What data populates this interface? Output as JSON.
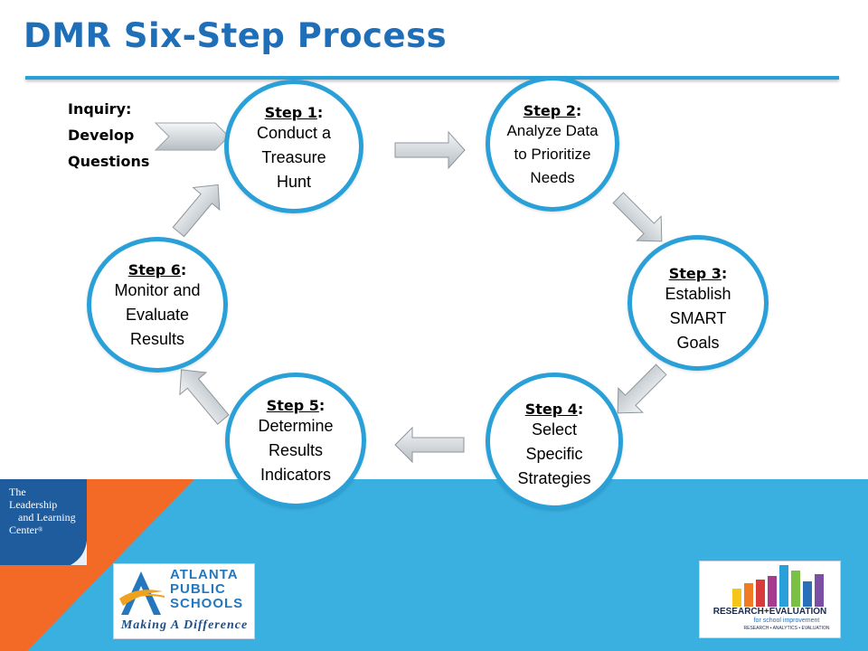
{
  "title": "DMR Six-Step Process",
  "inquiry": {
    "lines": [
      "Inquiry:",
      "Develop",
      "Questions"
    ]
  },
  "steps": [
    {
      "head": "Step 1",
      "lines": [
        "Conduct a",
        "Treasure",
        "Hunt"
      ]
    },
    {
      "head": "Step 2",
      "lines": [
        "Analyze Data",
        "to Prioritize",
        "Needs"
      ]
    },
    {
      "head": "Step 3",
      "lines": [
        "Establish",
        "SMART",
        "Goals"
      ]
    },
    {
      "head": "Step 4",
      "lines": [
        "Select",
        "Specific",
        "Strategies"
      ]
    },
    {
      "head": "Step 5",
      "lines": [
        "Determine",
        "Results",
        "Indicators"
      ]
    },
    {
      "head": "Step 6",
      "lines": [
        "Monitor and",
        "Evaluate",
        "Results"
      ]
    }
  ],
  "colon": ":",
  "logos": {
    "llc": {
      "lines": [
        "The",
        "Leadership",
        "and Learning",
        "Center"
      ],
      "mark": "®"
    },
    "aps": {
      "lines": [
        "ATLANTA",
        "PUBLIC",
        "SCHOOLS"
      ],
      "tagline": "Making A Difference"
    },
    "research": {
      "name": "RESEARCH+EVALUATION",
      "sub": "for school improvement",
      "tag": "RESEARCH • ANALYTICS • EVALUATION"
    }
  },
  "colors": {
    "title": "#1f6fb8",
    "ring": "#2aa0d8",
    "band_blue": "#3ab0e0",
    "band_orange": "#f26a25",
    "arrow": "#d9dee2"
  }
}
